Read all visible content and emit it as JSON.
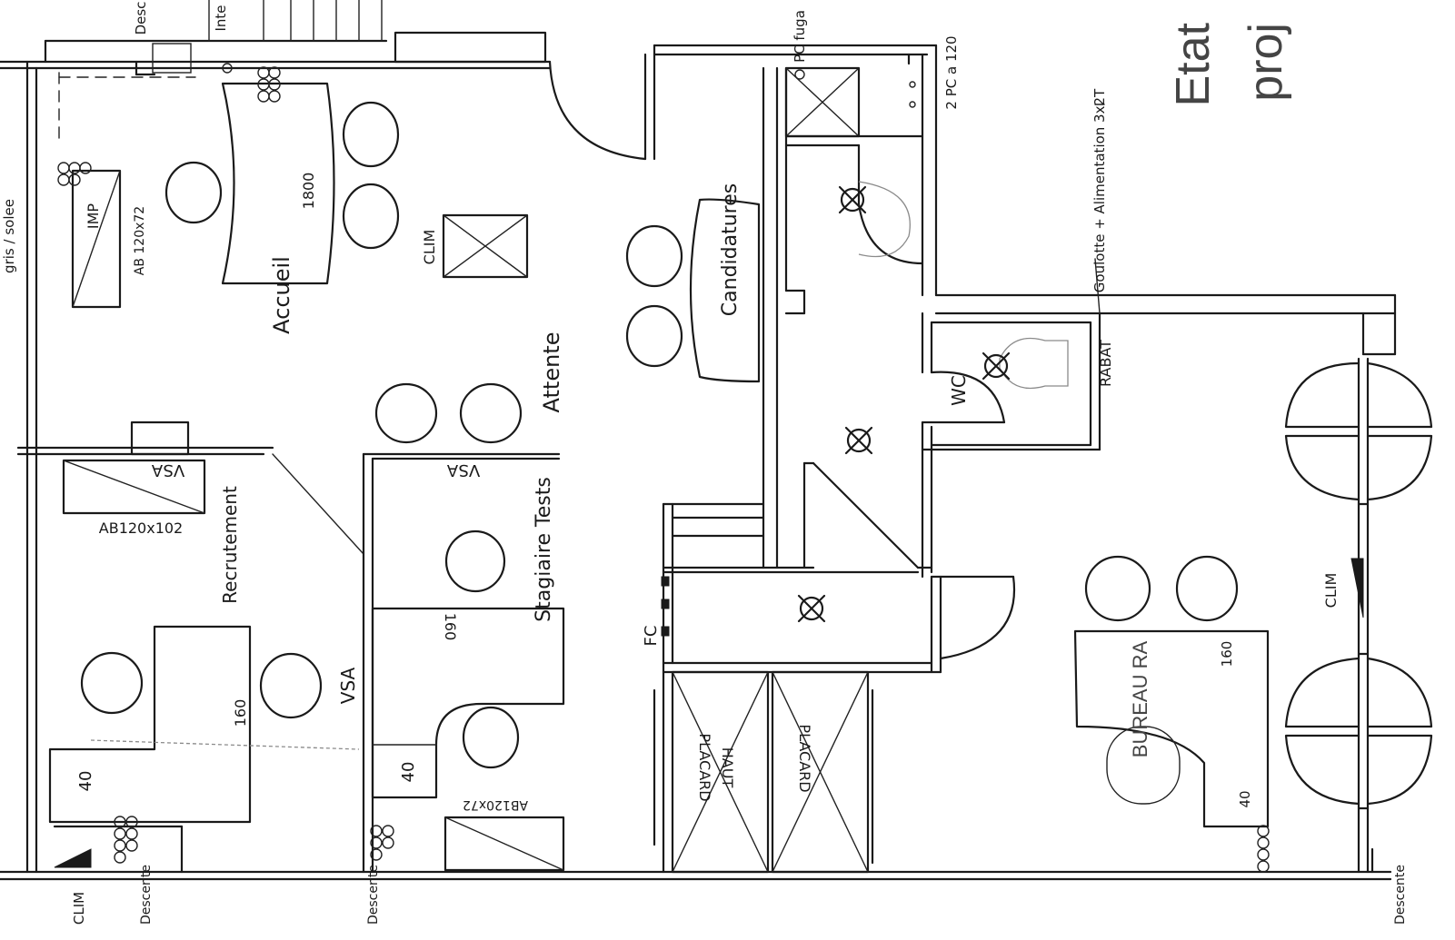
{
  "header": {
    "title_partial": "Etat",
    "subtitle_partial": "proj"
  },
  "rooms": {
    "accueil": "Accueil",
    "attente": "Attente",
    "candidatures": "Candidatures",
    "wc": "WC",
    "stagiaire_tests": "Stagiaire Tests",
    "recrutement": "Recrutement",
    "bureau": "BUREAU RA"
  },
  "furniture": {
    "desk_accueil": "1800",
    "desk_recrutement": "160",
    "desk_stagiaire": "160",
    "desk_bureau": "160",
    "return_recrutement": "40",
    "return_stagiaire": "40",
    "return_bureau": "40",
    "cabinet_imp": "IMP",
    "cabinet_imp_dim": "AB 120x72",
    "cabinet_recrutement": "AB120x102",
    "cabinet_stagiaire": "AB120x72"
  },
  "equipment": {
    "clim_1": "CLIM",
    "clim_2": "CLIM",
    "clim_3": "CLIM",
    "vsa_1": "VSA",
    "vsa_2": "VSA",
    "vsa_3": "VSA",
    "placard_1": "PLACARD",
    "placard_1b": "HAUT",
    "placard_2": "PLACARD",
    "fc": "FC",
    "rabat": "RABAT",
    "pc_fuga": "PC fuga",
    "pc_120": "2 PC a 120",
    "goulotte": "Goulotte + Alimentation 3x2T",
    "descente_1": "Descente",
    "descente_2": "Descente",
    "descente_3": "Descente",
    "clim_edge": "CLIM",
    "top_label_1": "Desc",
    "top_label_2": "Inte",
    "left_label": "gris / solee"
  }
}
